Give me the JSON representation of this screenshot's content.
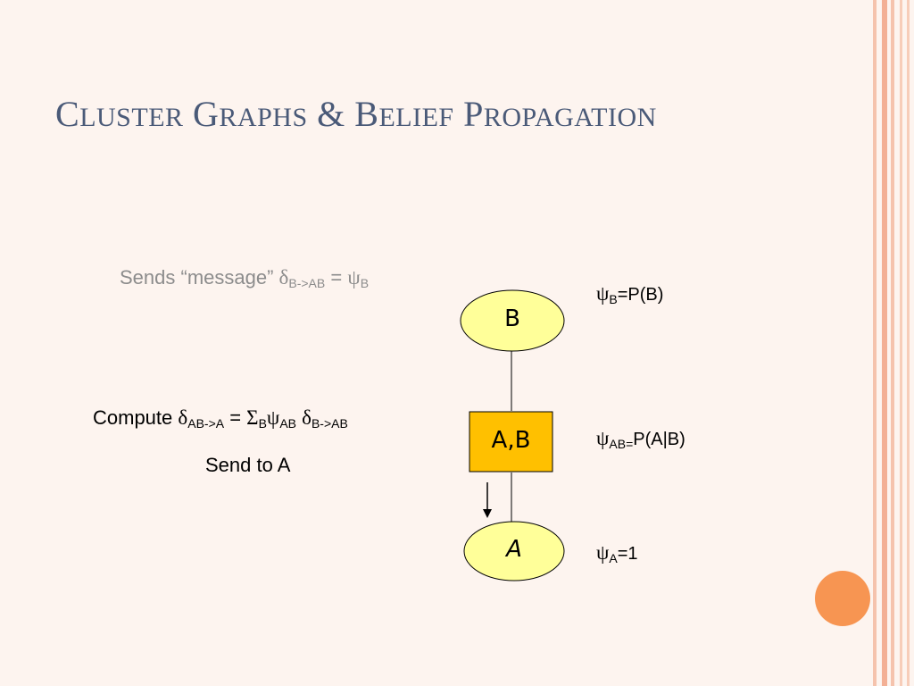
{
  "title": "Cluster Graphs & Belief Propagation",
  "message_line": {
    "prefix": "Sends “message” ",
    "delta": "δ",
    "sub1": "B->AB",
    "eq": " = ",
    "psi": "ψ",
    "sub2": "B"
  },
  "compute_line": {
    "prefix": "Compute ",
    "delta1": "δ",
    "sub1": "AB->A",
    "eq": " = ",
    "sigma": "Σ",
    "sub_sigma": "B",
    "psi": "ψ",
    "sub_psi": "AB",
    "sp": " ",
    "delta2": "δ",
    "sub2": "B->AB"
  },
  "send_line": "Send to A",
  "nodes": {
    "b": "B",
    "ab": "A,B",
    "a": "A"
  },
  "factors": {
    "b": {
      "psi": "ψ",
      "sub": "B",
      "rhs": "=P(B)"
    },
    "ab": {
      "psi": "ψ",
      "sub": "AB=",
      "rhs": "P(A|B)"
    },
    "a": {
      "psi": "ψ",
      "sub": "A",
      "rhs": "=1"
    }
  },
  "colors": {
    "ellipse": "#ffff99",
    "box": "#ffc000",
    "title": "#4a5a78",
    "accent_circle": "#f79552",
    "stripe": "#f3b8a0"
  }
}
